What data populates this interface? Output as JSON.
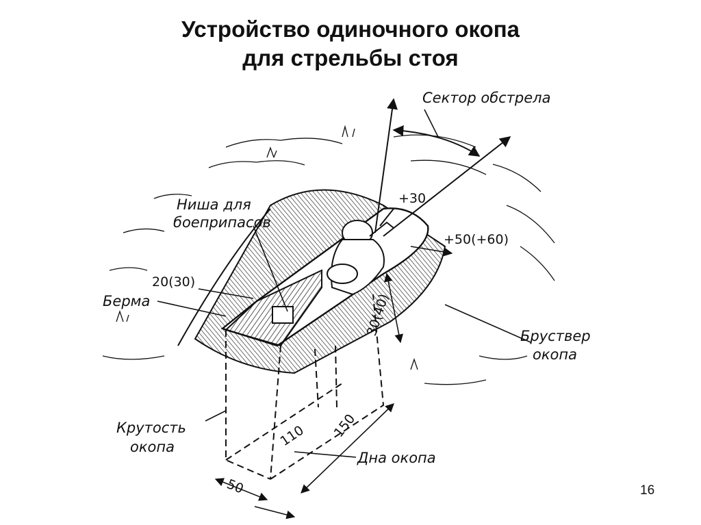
{
  "slide": {
    "title_line1": "Устройство одиночного окопа",
    "title_line2": "для стрельбы стоя",
    "page_number": "16"
  },
  "diagram": {
    "labels": {
      "sector": "Сектор обстрела",
      "niche_line1": "Ниша для",
      "niche_line2": "боеприпасов",
      "berm": "Берма",
      "parapet_line1": "Бруствер",
      "parapet_line2": "окопа",
      "slope_line1": "Крутость",
      "slope_line2": "окопа",
      "bottom": "Дна окопа"
    },
    "dimensions": {
      "plus30": "+30",
      "plus50": "+50(+60)",
      "d20": "20(30)",
      "d30": "30(40)",
      "d110": "110",
      "d150": "150",
      "d50": "50"
    },
    "colors": {
      "ink": "#111111",
      "paper": "#ffffff"
    }
  }
}
